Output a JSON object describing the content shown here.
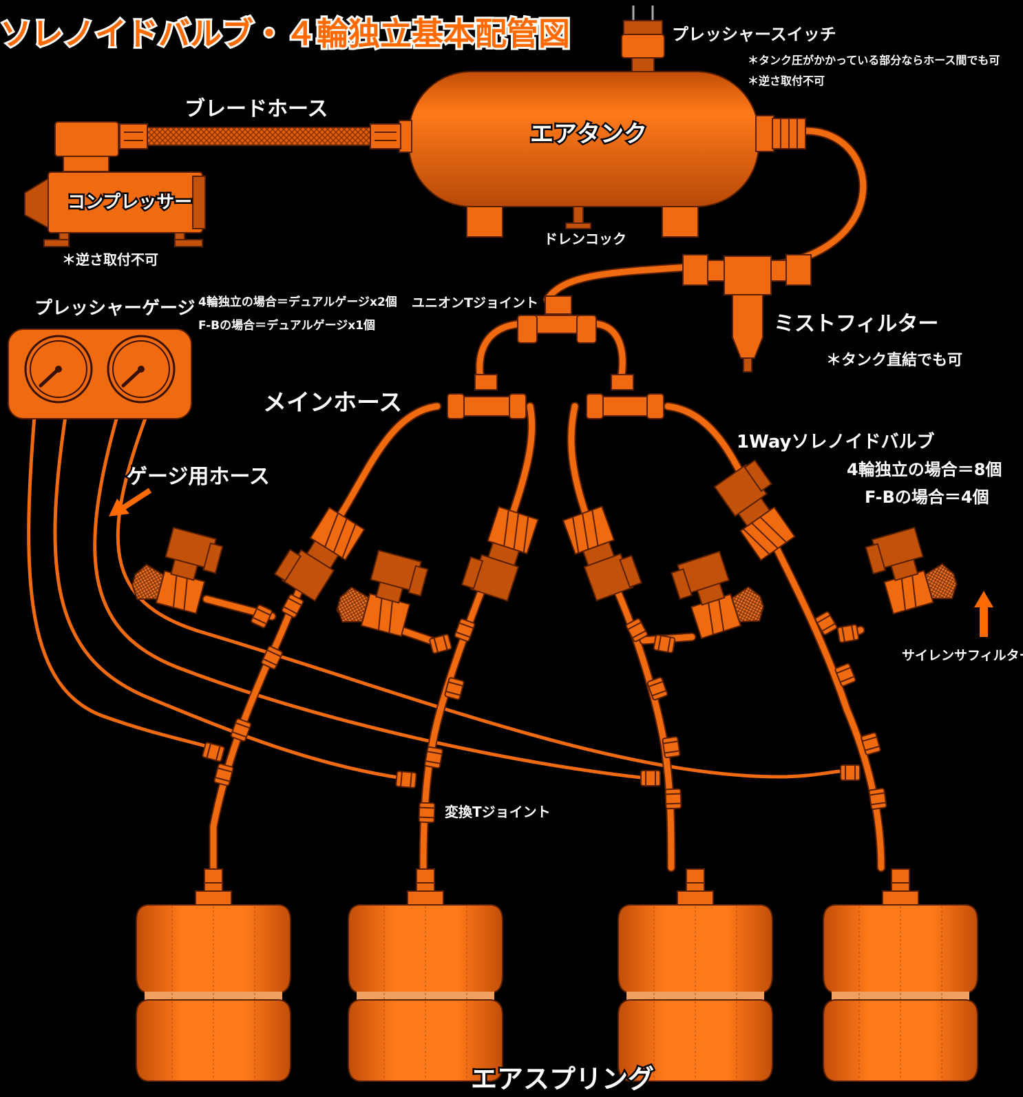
{
  "title": "ソレノイドバルブ・４輪独立基本配管図",
  "labels": {
    "pressure_switch": "プレッシャースイッチ",
    "pressure_switch_note1": "＊タンク圧がかかっている部分ならホース間でも可",
    "pressure_switch_note2": "＊逆さ取付不可",
    "braided_hose": "ブレードホース",
    "air_tank": "エアタンク",
    "compressor": "コンプレッサー",
    "compressor_note": "＊逆さ取付不可",
    "drain_cock": "ドレンコック",
    "pressure_gauge": "プレッシャーゲージ",
    "gauge_note1": "4輪独立の場合＝デュアルゲージx2個",
    "gauge_note2": "F-Bの場合＝デュアルゲージx1個",
    "union_t": "ユニオンTジョイント",
    "mist_filter": "ミストフィルター",
    "mist_filter_note": "＊タンク直結でも可",
    "main_hose": "メインホース",
    "valve": "1Wayソレノイドバルブ",
    "valve_note1": "4輪独立の場合＝8個",
    "valve_note2": "F-Bの場合＝4個",
    "gauge_hose": "ゲージ用ホース",
    "silencer": "サイレンサフィルター",
    "conv_t": "変換Tジョイント",
    "air_spring": "エアスプリング"
  },
  "colors": {
    "part": "#f06a10",
    "part_dark": "#c2520a",
    "outline": "#5a2000",
    "background": "#000000",
    "text": "#ffffff"
  }
}
